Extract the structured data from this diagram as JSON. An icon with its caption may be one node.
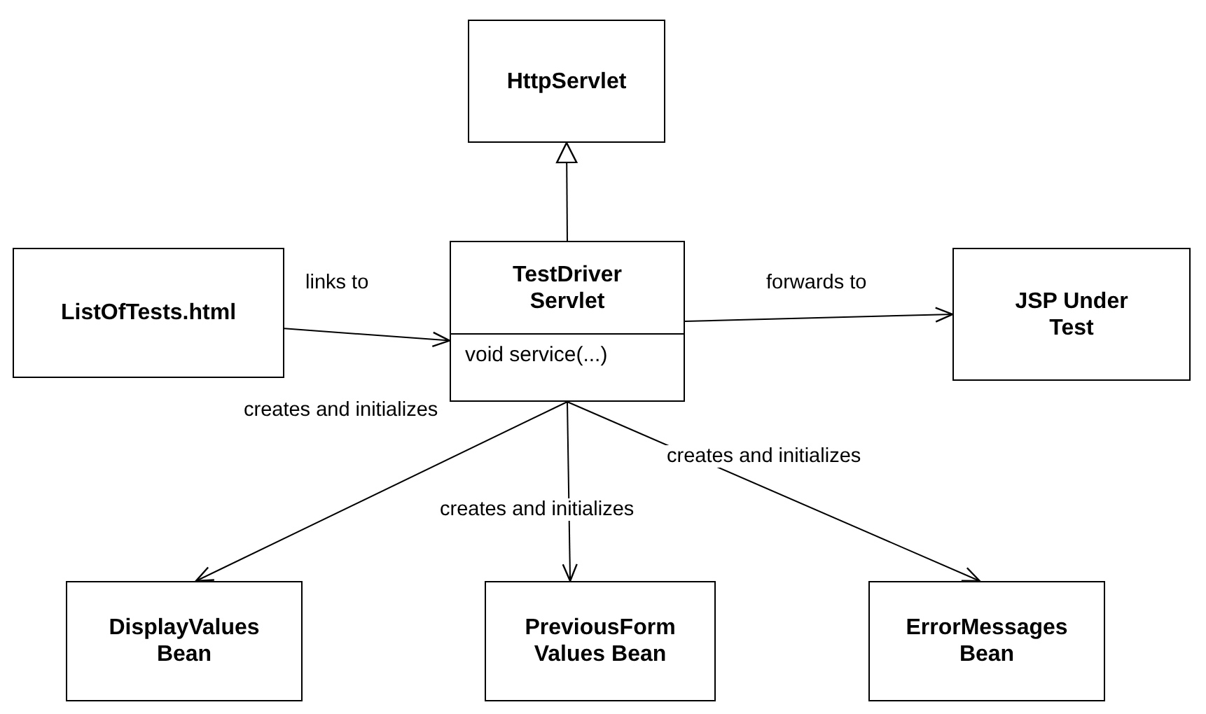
{
  "diagram": {
    "nodes": [
      {
        "text": [
          "HttpServlet"
        ]
      },
      {
        "text": [
          "ListOfTests.html"
        ]
      },
      {
        "text": [
          "TestDriver Servlet",
          "void service(...)"
        ]
      },
      {
        "text": [
          "JSP Under Test"
        ]
      },
      {
        "text": [
          "DisplayValues Bean"
        ]
      },
      {
        "text": [
          "PreviousForm Values Bean"
        ]
      },
      {
        "text": [
          "ErrorMessages Bean"
        ]
      }
    ],
    "edges": [
      {
        "from": 2,
        "to": 0,
        "arrow": "to"
      },
      {
        "from": 1,
        "to": 2,
        "arrow": "to",
        "label": "links to"
      },
      {
        "from": 2,
        "to": 3,
        "arrow": "to",
        "label": "forwards to"
      },
      {
        "from": 2,
        "to": 4,
        "arrow": "to",
        "label": "creates and initializes"
      },
      {
        "from": 2,
        "to": 5,
        "arrow": "to",
        "label": "creates and initializes"
      },
      {
        "from": 2,
        "to": 6,
        "arrow": "to",
        "label": "creates and initializes"
      }
    ]
  }
}
